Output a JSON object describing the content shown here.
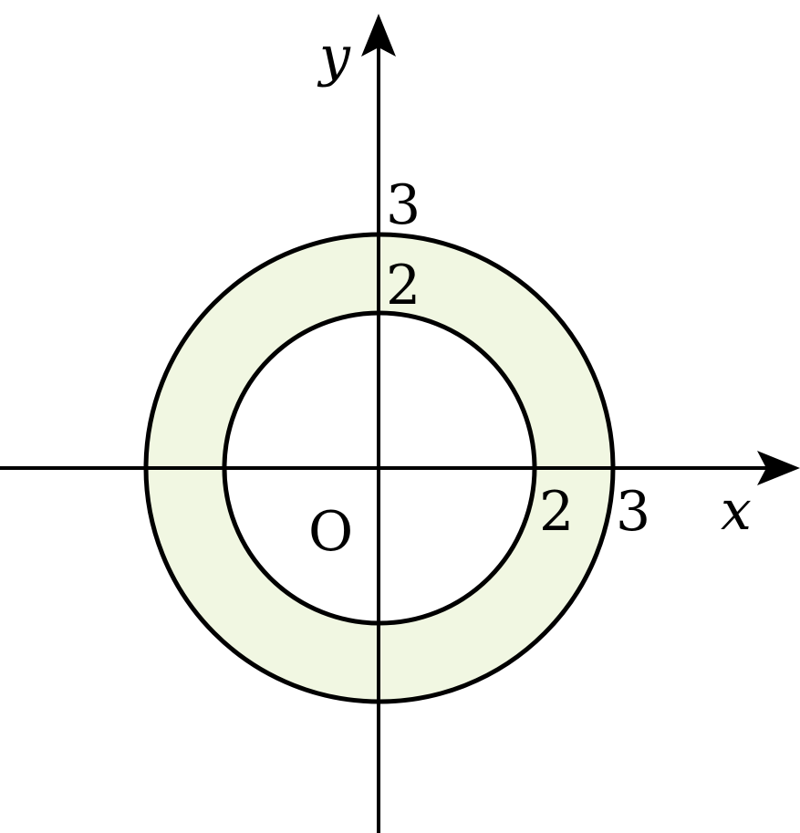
{
  "axes": {
    "x_label": "x",
    "y_label": "y",
    "origin_label": "O"
  },
  "annulus": {
    "inner_radius": 2,
    "outer_radius": 3,
    "fill_color": "#f1f7e2",
    "stroke_color": "#000000"
  },
  "ticks": {
    "x": [
      {
        "value": 2,
        "label": "2"
      },
      {
        "value": 3,
        "label": "3"
      }
    ],
    "y": [
      {
        "value": 2,
        "label": "2"
      },
      {
        "value": 3,
        "label": "3"
      }
    ]
  }
}
